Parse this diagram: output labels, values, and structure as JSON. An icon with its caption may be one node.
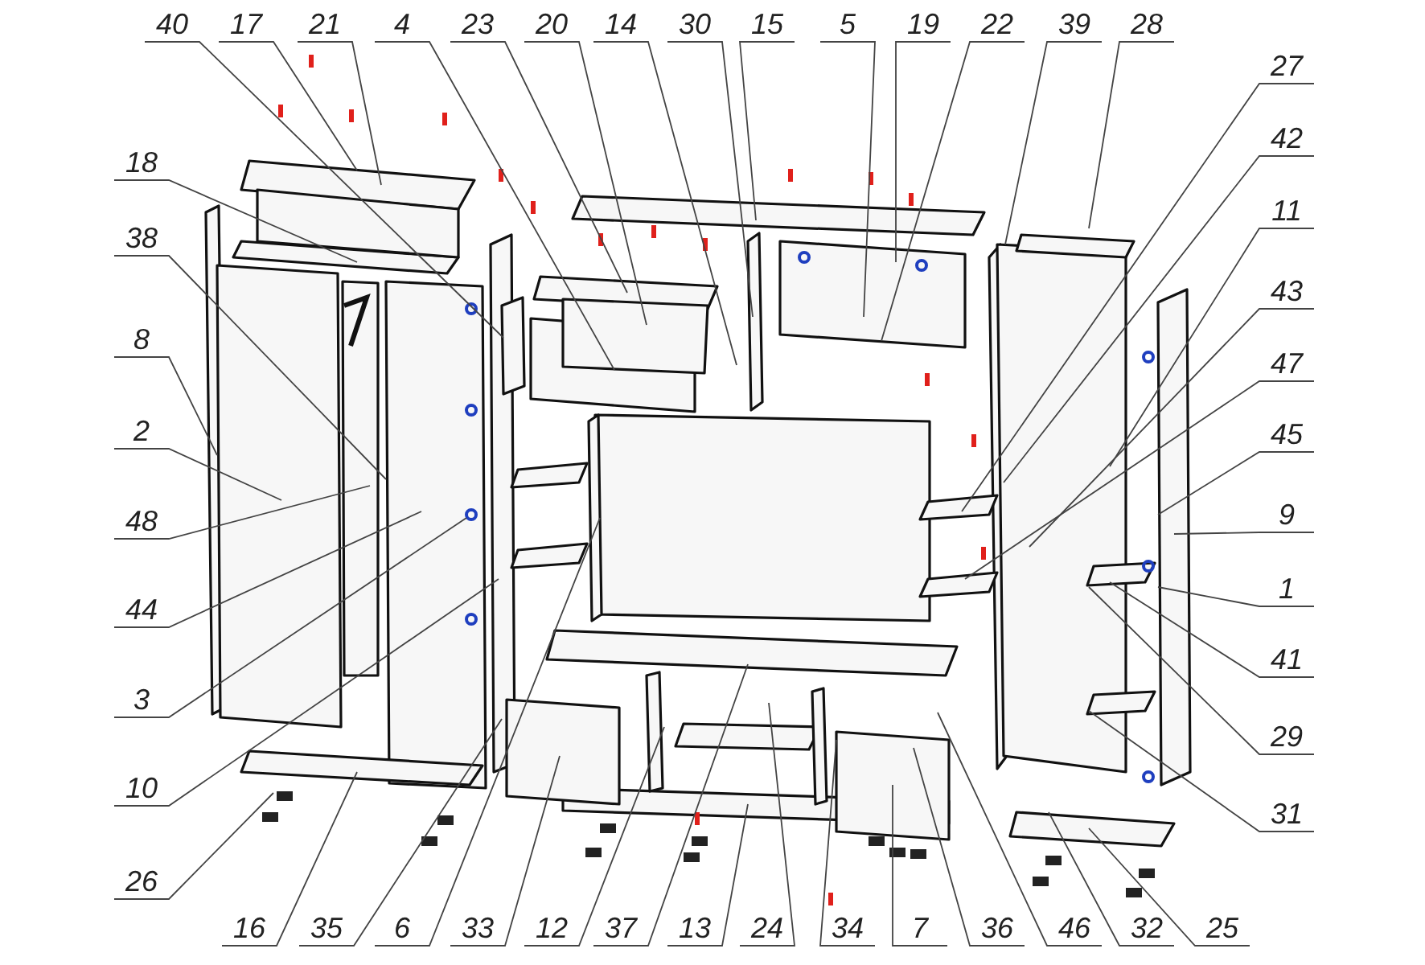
{
  "diagram": {
    "nodes": [
      {
        "text": [
          "40"
        ]
      },
      {
        "text": [
          "17"
        ]
      },
      {
        "text": [
          "21"
        ]
      },
      {
        "text": [
          "4"
        ]
      },
      {
        "text": [
          "23"
        ]
      },
      {
        "text": [
          "20"
        ]
      },
      {
        "text": [
          "14"
        ]
      },
      {
        "text": [
          "30"
        ]
      },
      {
        "text": [
          "15"
        ]
      },
      {
        "text": [
          "5"
        ]
      },
      {
        "text": [
          "19"
        ]
      },
      {
        "text": [
          "22"
        ]
      },
      {
        "text": [
          "39"
        ]
      },
      {
        "text": [
          "28"
        ]
      },
      {
        "text": [
          "18"
        ]
      },
      {
        "text": [
          "38"
        ]
      },
      {
        "text": [
          "8"
        ]
      },
      {
        "text": [
          "2"
        ]
      },
      {
        "text": [
          "48"
        ]
      },
      {
        "text": [
          "44"
        ]
      },
      {
        "text": [
          "3"
        ]
      },
      {
        "text": [
          "10"
        ]
      },
      {
        "text": [
          "26"
        ]
      },
      {
        "text": [
          "27"
        ]
      },
      {
        "text": [
          "42"
        ]
      },
      {
        "text": [
          "11"
        ]
      },
      {
        "text": [
          "43"
        ]
      },
      {
        "text": [
          "47"
        ]
      },
      {
        "text": [
          "45"
        ]
      },
      {
        "text": [
          "9"
        ]
      },
      {
        "text": [
          "1"
        ]
      },
      {
        "text": [
          "41"
        ]
      },
      {
        "text": [
          "29"
        ]
      },
      {
        "text": [
          "31"
        ]
      },
      {
        "text": [
          "16"
        ]
      },
      {
        "text": [
          "35"
        ]
      },
      {
        "text": [
          "6"
        ]
      },
      {
        "text": [
          "33"
        ]
      },
      {
        "text": [
          "12"
        ]
      },
      {
        "text": [
          "37"
        ]
      },
      {
        "text": [
          "13"
        ]
      },
      {
        "text": [
          "24"
        ]
      },
      {
        "text": [
          "34"
        ]
      },
      {
        "text": [
          "7"
        ]
      },
      {
        "text": [
          "36"
        ]
      },
      {
        "text": [
          "46"
        ]
      },
      {
        "text": [
          "32"
        ]
      },
      {
        "text": [
          "25"
        ]
      }
    ],
    "edges": [
      {
        "from": 0,
        "to": null,
        "arrow": "none"
      },
      {
        "from": 1,
        "to": null,
        "arrow": "none"
      },
      {
        "from": 2,
        "to": null,
        "arrow": "none"
      },
      {
        "from": 3,
        "to": null,
        "arrow": "none"
      },
      {
        "from": 4,
        "to": null,
        "arrow": "none"
      },
      {
        "from": 5,
        "to": null,
        "arrow": "none"
      },
      {
        "from": 6,
        "to": null,
        "arrow": "none"
      },
      {
        "from": 7,
        "to": null,
        "arrow": "none"
      },
      {
        "from": 8,
        "to": null,
        "arrow": "none"
      },
      {
        "from": 9,
        "to": null,
        "arrow": "none"
      },
      {
        "from": 10,
        "to": null,
        "arrow": "none"
      },
      {
        "from": 11,
        "to": null,
        "arrow": "none"
      },
      {
        "from": 12,
        "to": null,
        "arrow": "none"
      },
      {
        "from": 13,
        "to": null,
        "arrow": "none"
      },
      {
        "from": 14,
        "to": null,
        "arrow": "none"
      },
      {
        "from": 15,
        "to": null,
        "arrow": "none"
      },
      {
        "from": 16,
        "to": null,
        "arrow": "none"
      },
      {
        "from": 17,
        "to": null,
        "arrow": "none"
      },
      {
        "from": 18,
        "to": null,
        "arrow": "none"
      },
      {
        "from": 19,
        "to": null,
        "arrow": "none"
      },
      {
        "from": 20,
        "to": null,
        "arrow": "none"
      },
      {
        "from": 21,
        "to": null,
        "arrow": "none"
      },
      {
        "from": 22,
        "to": null,
        "arrow": "none"
      },
      {
        "from": 23,
        "to": null,
        "arrow": "none"
      },
      {
        "from": 24,
        "to": null,
        "arrow": "none"
      },
      {
        "from": 25,
        "to": null,
        "arrow": "none"
      },
      {
        "from": 26,
        "to": null,
        "arrow": "none"
      },
      {
        "from": 27,
        "to": null,
        "arrow": "none"
      },
      {
        "from": 28,
        "to": null,
        "arrow": "none"
      },
      {
        "from": 29,
        "to": null,
        "arrow": "none"
      },
      {
        "from": 30,
        "to": null,
        "arrow": "none"
      },
      {
        "from": 31,
        "to": null,
        "arrow": "none"
      },
      {
        "from": 32,
        "to": null,
        "arrow": "none"
      },
      {
        "from": 33,
        "to": null,
        "arrow": "none"
      },
      {
        "from": 34,
        "to": null,
        "arrow": "none"
      },
      {
        "from": 35,
        "to": null,
        "arrow": "none"
      },
      {
        "from": 36,
        "to": null,
        "arrow": "none"
      },
      {
        "from": 37,
        "to": null,
        "arrow": "none"
      },
      {
        "from": 38,
        "to": null,
        "arrow": "none"
      },
      {
        "from": 39,
        "to": null,
        "arrow": "none"
      },
      {
        "from": 40,
        "to": null,
        "arrow": "none"
      },
      {
        "from": 41,
        "to": null,
        "arrow": "none"
      },
      {
        "from": 42,
        "to": null,
        "arrow": "none"
      },
      {
        "from": 43,
        "to": null,
        "arrow": "none"
      },
      {
        "from": 44,
        "to": null,
        "arrow": "none"
      },
      {
        "from": 45,
        "to": null,
        "arrow": "none"
      },
      {
        "from": 46,
        "to": null,
        "arrow": "none"
      },
      {
        "from": 47,
        "to": null,
        "arrow": "none"
      }
    ]
  }
}
